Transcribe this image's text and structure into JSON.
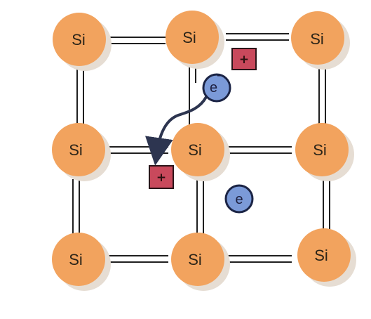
{
  "atoms": [
    {
      "label": "Si",
      "row": 0,
      "col": 0
    },
    {
      "label": "Si",
      "row": 0,
      "col": 1
    },
    {
      "label": "Si",
      "row": 0,
      "col": 2
    },
    {
      "label": "Si",
      "row": 1,
      "col": 0
    },
    {
      "label": "Si",
      "row": 1,
      "col": 1
    },
    {
      "label": "Si",
      "row": 1,
      "col": 2
    },
    {
      "label": "Si",
      "row": 2,
      "col": 0
    },
    {
      "label": "Si",
      "row": 2,
      "col": 1
    },
    {
      "label": "Si",
      "row": 2,
      "col": 2
    }
  ],
  "electrons": [
    {
      "label": "e",
      "superscript": "-"
    },
    {
      "label": "e",
      "superscript": ""
    }
  ],
  "holes": [
    {
      "label": "+"
    },
    {
      "label": "+"
    }
  ],
  "colors": {
    "atom_fill": "#f2a35e",
    "atom_shadow": "#e6ddd3",
    "bond": "#1f1f1f",
    "electron_fill": "#7b9ad8",
    "electron_stroke": "#1b2445",
    "hole_fill": "#c9495c",
    "hole_stroke": "#2a1418",
    "arrow": "#2d3550"
  }
}
